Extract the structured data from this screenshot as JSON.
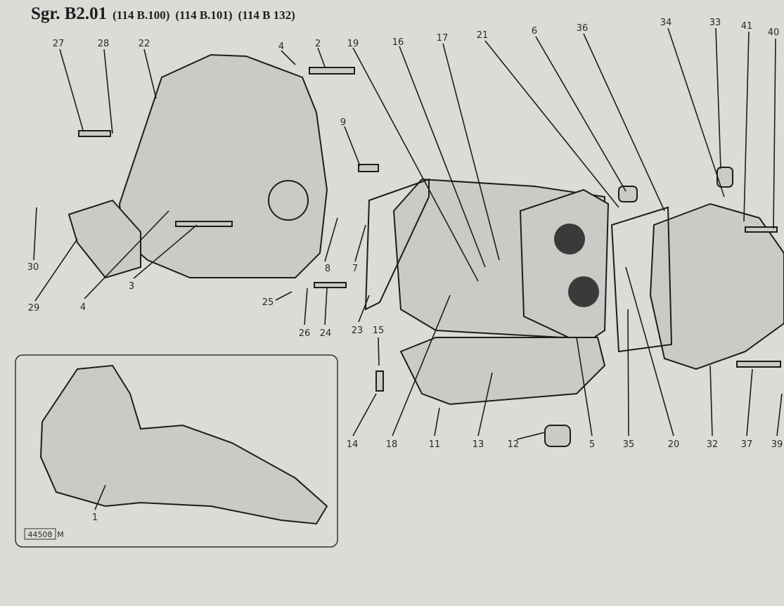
{
  "header": {
    "group": "Sgr. B2.01",
    "models": [
      "(114 B.100)",
      "(114 B.101)",
      "(114 B 132)"
    ]
  },
  "callouts": [
    "27",
    "28",
    "22",
    "4",
    "2",
    "19",
    "16",
    "17",
    "21",
    "6",
    "36",
    "34",
    "33",
    "41",
    "40",
    "9",
    "30",
    "29",
    "4",
    "3",
    "8",
    "7",
    "25",
    "26",
    "24",
    "23",
    "15",
    "14",
    "18",
    "11",
    "13",
    "12",
    "5",
    "35",
    "20",
    "32",
    "37",
    "39",
    "1"
  ],
  "inset": {
    "reference": "44508",
    "suffix": "M"
  }
}
